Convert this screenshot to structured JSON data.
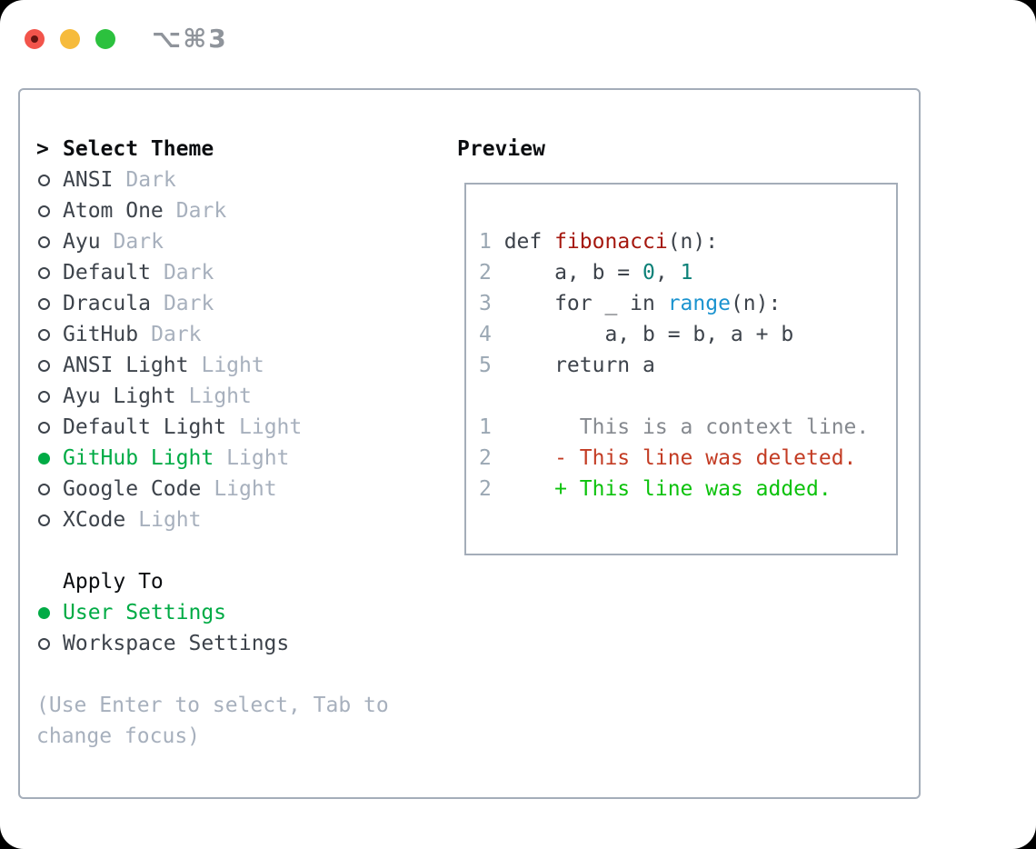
{
  "window": {
    "title": "⌥⌘3"
  },
  "colors": {
    "light_red": "#f2544b",
    "light_yellow": "#f6bb3c",
    "light_green": "#2cc13e",
    "title_gray": "#8f949b",
    "border": "#a4adb9",
    "text_dark": "#3d434b",
    "text_black": "#0c0e11",
    "muted": "#a7b0bd",
    "help": "#a7b0bd",
    "green": "#00ab45",
    "added": "#0cc20c",
    "removed": "#c33c24",
    "title_red": "#a5170e",
    "builtin_blue": "#1b93cf",
    "number_teal": "#0c8178",
    "context_gray": "#85898f",
    "linenum": "#9aa7b3"
  },
  "theme_picker": {
    "header_marker": ">",
    "header": "Select Theme",
    "themes": [
      {
        "name": "ANSI",
        "variant": "Dark",
        "selected": false
      },
      {
        "name": "Atom One",
        "variant": "Dark",
        "selected": false
      },
      {
        "name": "Ayu",
        "variant": "Dark",
        "selected": false
      },
      {
        "name": "Default",
        "variant": "Dark",
        "selected": false
      },
      {
        "name": "Dracula",
        "variant": "Dark",
        "selected": false
      },
      {
        "name": "GitHub",
        "variant": "Dark",
        "selected": false
      },
      {
        "name": "ANSI Light",
        "variant": "Light",
        "selected": false
      },
      {
        "name": "Ayu Light",
        "variant": "Light",
        "selected": false
      },
      {
        "name": "Default Light",
        "variant": "Light",
        "selected": false
      },
      {
        "name": "GitHub Light",
        "variant": "Light",
        "selected": true
      },
      {
        "name": "Google Code",
        "variant": "Light",
        "selected": false
      },
      {
        "name": "XCode",
        "variant": "Light",
        "selected": false
      }
    ]
  },
  "apply_to": {
    "header": "Apply To",
    "options": [
      {
        "label": "User Settings",
        "selected": true
      },
      {
        "label": "Workspace Settings",
        "selected": false
      }
    ]
  },
  "help": {
    "line1": "(Use Enter to select, Tab to",
    "line2": "change focus)"
  },
  "preview": {
    "header": "Preview",
    "lines": [
      {
        "num": "1",
        "segments": [
          {
            "text": "def ",
            "type": "plain"
          },
          {
            "text": "fibonacci",
            "type": "title"
          },
          {
            "text": "(n):",
            "type": "plain"
          }
        ]
      },
      {
        "num": "2",
        "segments": [
          {
            "text": "    a, b = ",
            "type": "plain"
          },
          {
            "text": "0",
            "type": "num"
          },
          {
            "text": ", ",
            "type": "plain"
          },
          {
            "text": "1",
            "type": "num"
          }
        ]
      },
      {
        "num": "3",
        "segments": [
          {
            "text": "    for _ in ",
            "type": "plain"
          },
          {
            "text": "range",
            "type": "builtin"
          },
          {
            "text": "(n):",
            "type": "plain"
          }
        ]
      },
      {
        "num": "4",
        "segments": [
          {
            "text": "        a, b = b, a + b",
            "type": "plain"
          }
        ]
      },
      {
        "num": "5",
        "segments": [
          {
            "text": "    return a",
            "type": "plain"
          }
        ]
      },
      {
        "num": "",
        "segments": []
      },
      {
        "num": "1",
        "segments": [
          {
            "text": "      This is a context line.",
            "type": "context"
          }
        ]
      },
      {
        "num": "2",
        "segments": [
          {
            "text": "    - This line was deleted.",
            "type": "removed"
          }
        ]
      },
      {
        "num": "2",
        "segments": [
          {
            "text": "    + This line was added.",
            "type": "added"
          }
        ]
      }
    ]
  }
}
